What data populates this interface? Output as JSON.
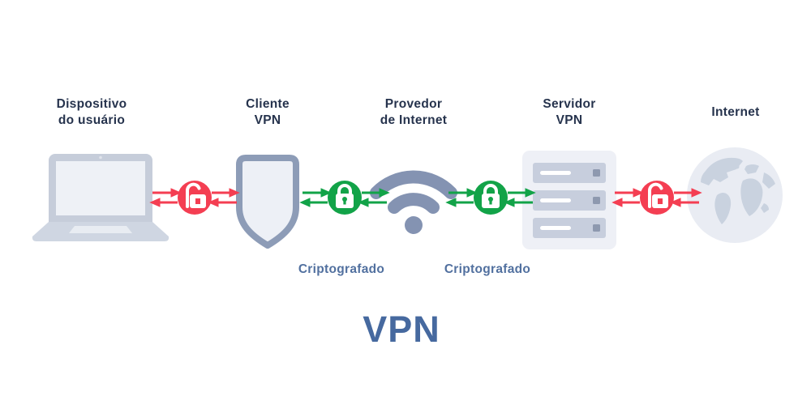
{
  "diagram": {
    "title": "VPN",
    "nodes": [
      {
        "id": "user-device",
        "icon": "laptop-icon",
        "label_line1": "Dispositivo",
        "label_line2": "do usuário"
      },
      {
        "id": "vpn-client",
        "icon": "shield-icon",
        "label_line1": "Cliente",
        "label_line2": "VPN"
      },
      {
        "id": "internet-provider",
        "icon": "wifi-icon",
        "label_line1": "Provedor",
        "label_line2": "de Internet"
      },
      {
        "id": "vpn-server",
        "icon": "server-icon",
        "label_line1": "Servidor",
        "label_line2": "VPN"
      },
      {
        "id": "internet",
        "icon": "globe-icon",
        "label_line1": "Internet",
        "label_line2": ""
      }
    ],
    "links": [
      {
        "between": "user-device / vpn-client",
        "state": "unencrypted",
        "icon": "open-lock-icon",
        "label": ""
      },
      {
        "between": "vpn-client / internet-provider",
        "state": "encrypted",
        "icon": "closed-lock-icon",
        "label": "Criptografado"
      },
      {
        "between": "internet-provider / vpn-server",
        "state": "encrypted",
        "icon": "closed-lock-icon",
        "label": "Criptografado"
      },
      {
        "between": "vpn-server / internet",
        "state": "unencrypted",
        "icon": "open-lock-icon",
        "label": ""
      }
    ],
    "colors": {
      "encrypted_green": "#12a348",
      "unencrypted_red": "#f43e52",
      "node_label_text": "#26334d",
      "link_label_text": "#51709f",
      "title_text": "#46699f",
      "icon_gray_blue": "#8493b2",
      "icon_light_fill": "#edf0f6",
      "icon_mid_gray": "#c7cedd",
      "background": "#ffffff"
    }
  }
}
